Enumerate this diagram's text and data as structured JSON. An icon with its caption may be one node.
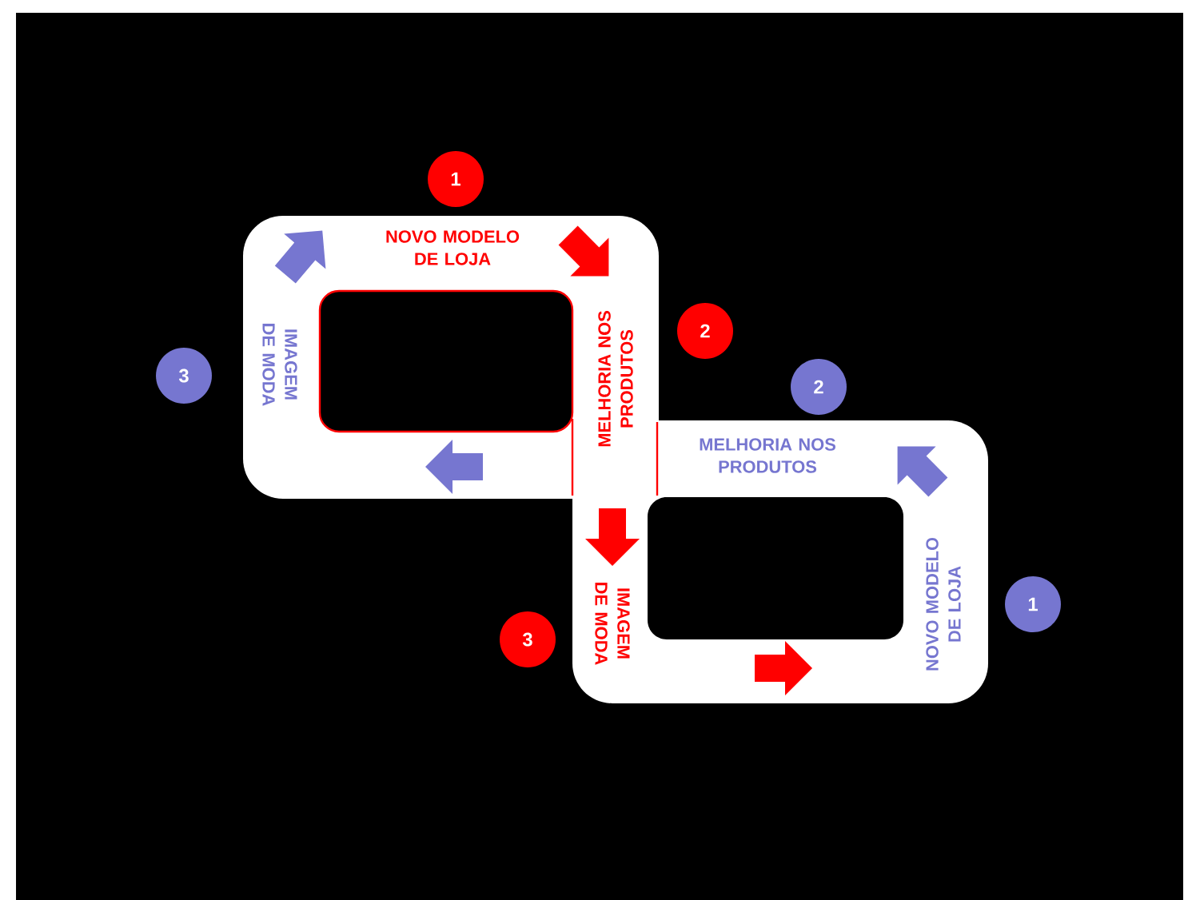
{
  "diagram": {
    "labels": [
      "1",
      "NOVO MODELO DE LOJA",
      "2",
      "IMAGEM DE MODA",
      "3",
      "2",
      "MELHORIA NOS PRODUTOS",
      "MELHORIA NOS PRODUTOS",
      "IMAGEM DE MODA",
      "NOVO MODELO DE LOJA",
      "3",
      "1"
    ]
  }
}
